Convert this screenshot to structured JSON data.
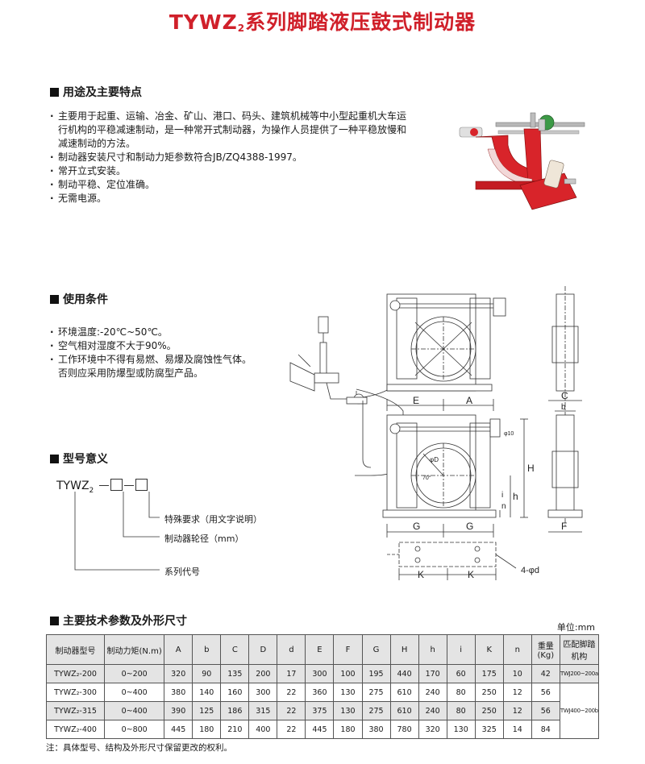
{
  "title": {
    "main": "TYWZ",
    "sub": "2",
    "rest": "系列脚踏液压鼓式制动器"
  },
  "sections": {
    "features_heading": "用途及主要特点",
    "conditions_heading": "使用条件",
    "model_heading": "型号意义",
    "params_heading": "主要技术参数及外形尺寸"
  },
  "features": [
    "主要用于起重、运输、冶金、矿山、港口、码头、建筑机械等中小型起重机大车运",
    "行机构的平稳减速制动，是一种常开式制动器，为操作人员提供了一种平稳放慢和",
    "减速制动的方法。",
    "制动器安装尺寸和制动力矩参数符合JB/ZQ4388-1997。",
    "常开立式安装。",
    "制动平稳、定位准确。",
    "无需电源。"
  ],
  "conditions": [
    "环境温度:-20℃~50℃。",
    "空气相对湿度不大于90%。",
    "工作环境中不得有易燃、易爆及腐蚀性气体。",
    "否则应采用防爆型或防腐型产品。"
  ],
  "model": {
    "code_main": "TYWZ",
    "code_sub": "2",
    "legend": [
      "特殊要求（用文字说明）",
      "制动器轮径（mm）",
      "系列代号"
    ]
  },
  "diagram_labels": {
    "E": "E",
    "A": "A",
    "G": "G",
    "K": "K",
    "C": "C",
    "b": "b",
    "F": "F",
    "H": "H",
    "h": "h",
    "n": "n",
    "i": "i",
    "phi_d": "4-φd",
    "phi_D": "φD",
    "deg70": "70°",
    "phi10": "φ10"
  },
  "table": {
    "unit": "单位:mm",
    "headers": [
      "制动器型号",
      "制动力矩(N.m)",
      "A",
      "b",
      "C",
      "D",
      "d",
      "E",
      "F",
      "G",
      "H",
      "h",
      "i",
      "K",
      "n",
      "重量(Kg)",
      "匹配脚踏机构"
    ],
    "rows": [
      {
        "model": "TYWZ₂-200",
        "torque": "0~200",
        "vals": [
          "320",
          "90",
          "135",
          "200",
          "17",
          "300",
          "100",
          "195",
          "440",
          "170",
          "60",
          "175",
          "10",
          "42"
        ],
        "mech": "TWJ200~200a"
      },
      {
        "model": "TYWZ₂-300",
        "torque": "0~400",
        "vals": [
          "380",
          "140",
          "160",
          "300",
          "22",
          "360",
          "130",
          "275",
          "610",
          "240",
          "80",
          "250",
          "12",
          "56"
        ],
        "mech": "TWJ400~200b"
      },
      {
        "model": "TYWZ₂-315",
        "torque": "0~400",
        "vals": [
          "390",
          "125",
          "186",
          "315",
          "22",
          "375",
          "130",
          "275",
          "610",
          "240",
          "80",
          "250",
          "12",
          "56"
        ]
      },
      {
        "model": "TYWZ₂-400",
        "torque": "0~800",
        "vals": [
          "445",
          "180",
          "210",
          "400",
          "22",
          "445",
          "180",
          "380",
          "780",
          "320",
          "130",
          "325",
          "14",
          "84"
        ]
      }
    ],
    "note": "注：具体型号、结构及外形尺寸保留更改的权利。"
  },
  "colors": {
    "title_red": "#d0202a",
    "product_red": "#d8242a",
    "header_gray": "#e4e4e4"
  }
}
